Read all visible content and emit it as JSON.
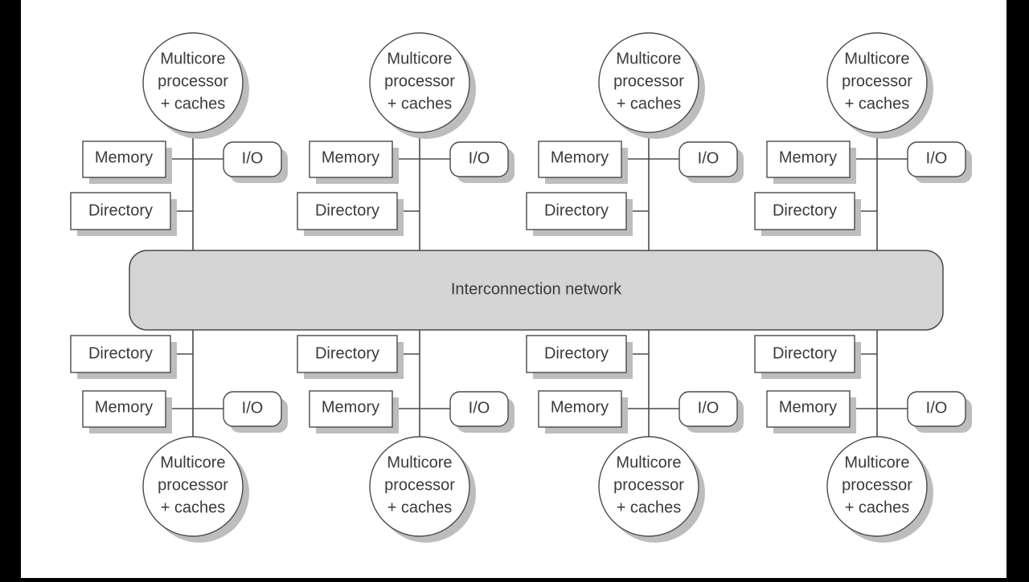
{
  "network": {
    "label": "Interconnection network"
  },
  "nodes": [
    {
      "processor": [
        "Multicore",
        "processor",
        "+ caches"
      ],
      "memory": "Memory",
      "io": "I/O",
      "directory": "Directory"
    },
    {
      "processor": [
        "Multicore",
        "processor",
        "+ caches"
      ],
      "memory": "Memory",
      "io": "I/O",
      "directory": "Directory"
    },
    {
      "processor": [
        "Multicore",
        "processor",
        "+ caches"
      ],
      "memory": "Memory",
      "io": "I/O",
      "directory": "Directory"
    },
    {
      "processor": [
        "Multicore",
        "processor",
        "+ caches"
      ],
      "memory": "Memory",
      "io": "I/O",
      "directory": "Directory"
    },
    {
      "processor": [
        "Multicore",
        "processor",
        "+ caches"
      ],
      "memory": "Memory",
      "io": "I/O",
      "directory": "Directory"
    },
    {
      "processor": [
        "Multicore",
        "processor",
        "+ caches"
      ],
      "memory": "Memory",
      "io": "I/O",
      "directory": "Directory"
    },
    {
      "processor": [
        "Multicore",
        "processor",
        "+ caches"
      ],
      "memory": "Memory",
      "io": "I/O",
      "directory": "Directory"
    },
    {
      "processor": [
        "Multicore",
        "processor",
        "+ caches"
      ],
      "memory": "Memory",
      "io": "I/O",
      "directory": "Directory"
    }
  ]
}
